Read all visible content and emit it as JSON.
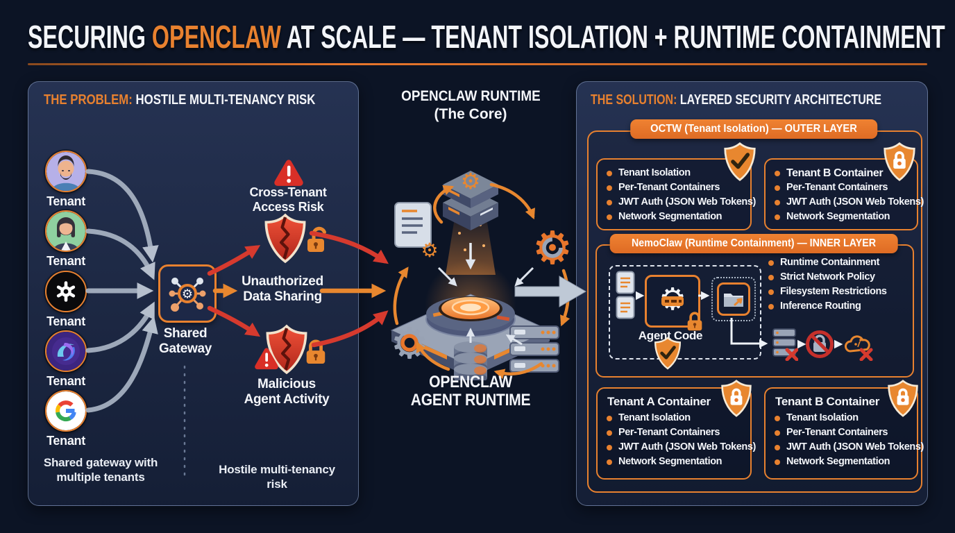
{
  "title": {
    "part1": "SECURING ",
    "brand": "OPENCLAW",
    "part2": " AT SCALE — TENANT ISOLATION + RUNTIME CONTAINMENT"
  },
  "problem": {
    "heading_accent": "THE PROBLEM:",
    "heading_rest": " HOSTILE MULTI-TENANCY RISK",
    "tenant_label": "Tenant",
    "avatars": [
      "man-avatar",
      "woman-avatar",
      "openai-logo",
      "ai-swirl-logo",
      "google-logo"
    ],
    "gateway_line1": "Shared",
    "gateway_line2": "Gateway",
    "risk1_line1": "Cross-Tenant",
    "risk1_line2": "Access Risk",
    "risk2_line1": "Unauthorized",
    "risk2_line2": "Data Sharing",
    "risk3_line1": "Malicious",
    "risk3_line2": "Agent Activity",
    "footnote_left_line1": "Shared gateway with",
    "footnote_left_line2": "multiple tenants",
    "footnote_right": "Hostile multi-tenancy risk"
  },
  "core": {
    "heading_line1": "OPENCLAW RUNTIME",
    "heading_line2": "(The Core)",
    "footer_line1": "OPENCLAW",
    "footer_line2": "AGENT RUNTIME"
  },
  "solution": {
    "heading_accent": "THE SOLUTION:",
    "heading_rest": " LAYERED SECURITY ARCHITECTURE",
    "outer_badge": "OCTW (Tenant Isolation) — OUTER LAYER",
    "inner_badge": "NemoClaw (Runtime Containment) — INNER LAYER",
    "top_left_items": [
      "Tenant Isolation",
      "Per-Tenant Containers",
      "JWT Auth (JSON Web Tokens)",
      "Network Segmentation"
    ],
    "top_right_title": "Tenant B Container",
    "top_right_items": [
      "Per-Tenant Containers",
      "JWT Auth (JSON Web Tokens)",
      "Network Segmentation"
    ],
    "inner_items": [
      "Runtime Containment",
      "Strict Network Policy",
      "Filesystem Restrictions",
      "Inference Routing"
    ],
    "agent_code_label": "Agent Code",
    "tenant_a_title": "Tenant A Container",
    "tenant_a_items": [
      "Tenant Isolation",
      "Per-Tenant Containers",
      "JWT Auth (JSON Web Tokens)",
      "Network Segmentation"
    ],
    "tenant_b_title": "Tenant B Container",
    "tenant_b_items": [
      "Tenant Isolation",
      "Per-Tenant Containers",
      "JWT Auth (JSON Web Tokens)",
      "Network Segmentation"
    ]
  },
  "colors": {
    "background": "#0c1425",
    "panel": "#1c2745",
    "accent_orange": "#e8812f",
    "alert_red": "#d63a2e",
    "text_white": "#f4f6fa",
    "arrow_gray": "#a9b4c4"
  },
  "glyphs": {
    "gear": "⚙",
    "warning_mark": "!"
  }
}
